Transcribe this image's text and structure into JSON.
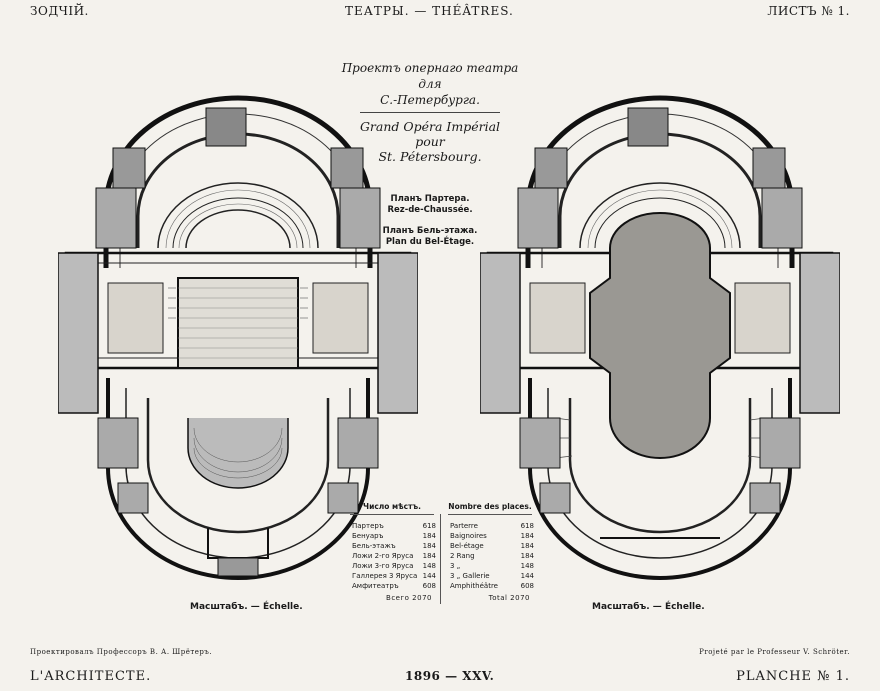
{
  "header": {
    "left": "ЗОДЧІЙ.",
    "center": "ТЕАТРЫ. — THÉÂTRES.",
    "right": "ЛИСТЪ № 1."
  },
  "title": {
    "ru": [
      "Проектъ опернаго театра",
      "для",
      "С.-Петербурга."
    ],
    "fr": [
      "Grand Opéra Impérial",
      "pour",
      "St. Pétersbourg."
    ]
  },
  "plans": {
    "parterre_ru": "Планъ Партера.",
    "parterre_fr": "Rez-de-Chaussée.",
    "bel_ru": "Планъ Бель-этажа.",
    "bel_fr": "Plan du Bel-Étage."
  },
  "places": {
    "ru_header": "Число мѣстъ.",
    "fr_header": "Nombre des places.",
    "ru_rows": [
      {
        "label": "Партеръ",
        "value": "618"
      },
      {
        "label": "Бенуаръ",
        "value": "184"
      },
      {
        "label": "Бель-этажъ",
        "value": "184"
      },
      {
        "label": "Ложи 2-го Яруса",
        "value": "184"
      },
      {
        "label": "Ложи 3-го Яруса",
        "value": "148"
      },
      {
        "label": "Галлерея 3 Яруса",
        "value": "144"
      },
      {
        "label": "Амфитеатръ",
        "value": "608"
      }
    ],
    "fr_rows": [
      {
        "label": "Parterre",
        "value": "618"
      },
      {
        "label": "Baignoires",
        "value": "184"
      },
      {
        "label": "Bel-étage",
        "value": "184"
      },
      {
        "label": "2 Rang",
        "value": "184"
      },
      {
        "label": "3 „",
        "value": "148"
      },
      {
        "label": "3 „ Gallerie",
        "value": "144"
      },
      {
        "label": "Amphithéâtre",
        "value": "608"
      }
    ],
    "ru_total": "Всего 2070",
    "fr_total": "Total 2070"
  },
  "scale_label": "Масштабъ. — Échelle.",
  "credits": {
    "left": "Проектировалъ Профессоръ В. А. Шрётеръ.",
    "right": "Projeté par le Professeur V. Schröter."
  },
  "footer": {
    "left": "L'ARCHITECTE.",
    "center": "1896 — XXV.",
    "right": "PLANCHE № 1."
  }
}
